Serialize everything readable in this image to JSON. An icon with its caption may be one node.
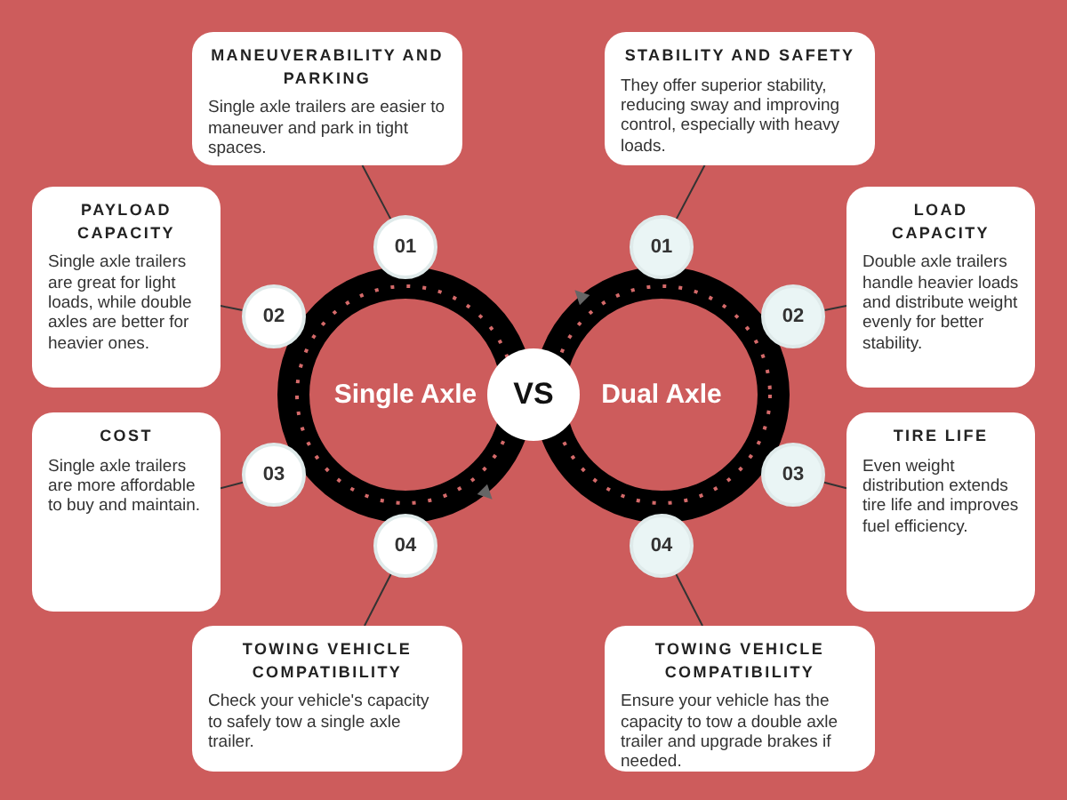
{
  "diagram": {
    "nodes": [
      {
        "text": [
          "Single Axle"
        ]
      },
      {
        "text": [
          "VS"
        ]
      },
      {
        "text": [
          "Dual Axle"
        ]
      },
      {
        "text": [
          "01"
        ]
      },
      {
        "text": [
          "02"
        ]
      },
      {
        "text": [
          "03"
        ]
      },
      {
        "text": [
          "04"
        ]
      },
      {
        "text": [
          "MANEUVERABILITY AND PARKING",
          "Single axle trailers are easier to maneuver and park in tight spaces."
        ]
      },
      {
        "text": [
          "PAYLOAD CAPACITY",
          "Single axle trailers are great for light loads, while double axles are better for heavier ones."
        ]
      },
      {
        "text": [
          "COST",
          "Single axle trailers are more affordable to buy and maintain."
        ]
      },
      {
        "text": [
          "TOWING VEHICLE COMPATIBILITY",
          "Check your vehicle's capacity to safely tow a single axle trailer."
        ]
      },
      {
        "text": [
          "01"
        ]
      },
      {
        "text": [
          "02"
        ]
      },
      {
        "text": [
          "03"
        ]
      },
      {
        "text": [
          "04"
        ]
      },
      {
        "text": [
          "STABILITY AND SAFETY",
          "They offer superior stability, reducing sway and improving control, especially with heavy loads."
        ]
      },
      {
        "text": [
          "LOAD CAPACITY",
          "Double axle trailers handle heavier loads and distribute weight evenly for better stability."
        ]
      },
      {
        "text": [
          "TIRE LIFE",
          "Even weight distribution extends tire life and improves fuel efficiency."
        ]
      },
      {
        "text": [
          "TOWING VEHICLE COMPATIBILITY",
          "Ensure your vehicle has the capacity to tow a double axle trailer and upgrade brakes if needed."
        ]
      }
    ],
    "edges": [
      {
        "from": 3,
        "to": 7,
        "arrow": "none"
      },
      {
        "from": 4,
        "to": 8,
        "arrow": "none"
      },
      {
        "from": 5,
        "to": 9,
        "arrow": "none"
      },
      {
        "from": 6,
        "to": 10,
        "arrow": "none"
      },
      {
        "from": 11,
        "to": 15,
        "arrow": "none"
      },
      {
        "from": 12,
        "to": 16,
        "arrow": "none"
      },
      {
        "from": 13,
        "to": 17,
        "arrow": "none"
      },
      {
        "from": 14,
        "to": 18,
        "arrow": "none"
      }
    ]
  }
}
